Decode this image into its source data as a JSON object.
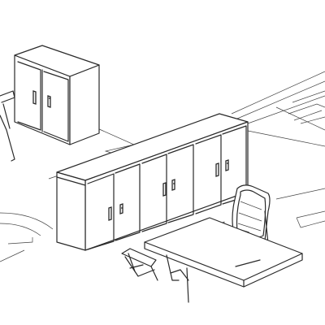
{
  "scene": {
    "line_color": "#2a2a2a",
    "background": "#ffffff",
    "objects": [
      "tall-cabinet",
      "low-storage-cabinet",
      "desk",
      "mesh-office-chair",
      "task-chair",
      "floor-plan-lines"
    ]
  }
}
